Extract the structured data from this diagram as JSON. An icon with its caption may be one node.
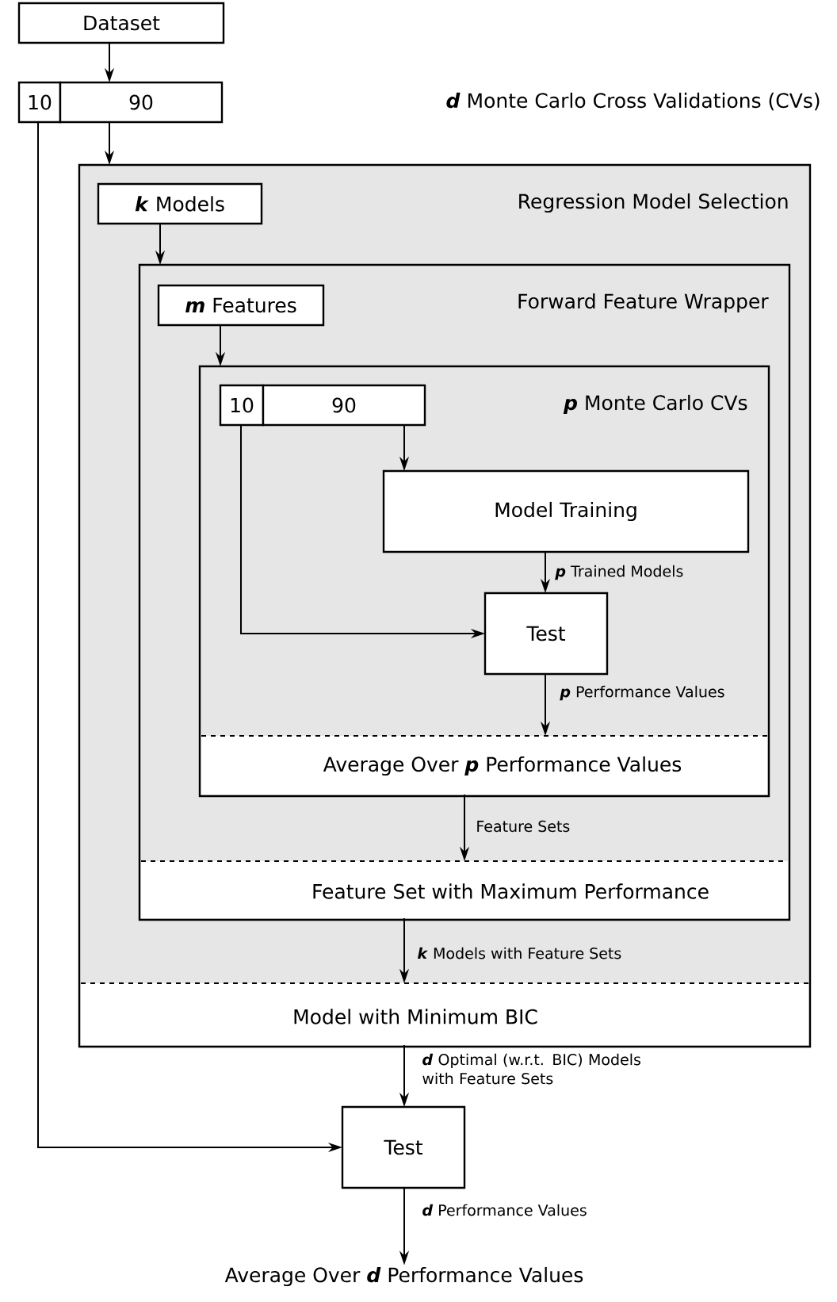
{
  "diagram": {
    "nodes": [
      {
        "text": [
          "Dataset"
        ]
      },
      {
        "text": [
          "10"
        ]
      },
      {
        "text": [
          "90"
        ]
      },
      {
        "text": [
          "Regression Model Selection"
        ]
      },
      {
        "text": [
          "**k** Models"
        ],
        "in": 3
      },
      {
        "text": [
          "Forward Feature Wrapper"
        ],
        "in": 3
      },
      {
        "text": [
          "**m** Features"
        ],
        "in": 5
      },
      {
        "text": [
          "**p** Monte Carlo CVs"
        ],
        "in": 5
      },
      {
        "text": [
          "10"
        ],
        "in": 7
      },
      {
        "text": [
          "90"
        ],
        "in": 7
      },
      {
        "text": [
          "Model Training"
        ],
        "in": 7
      },
      {
        "text": [
          "Test"
        ],
        "in": 7
      },
      {
        "text": [
          "Average Over **p** Performance Values"
        ],
        "in": 7
      },
      {
        "text": [
          "Feature Set with Maximum Performance"
        ],
        "in": 5
      },
      {
        "text": [
          "Model with Minimum BIC"
        ],
        "in": 3
      },
      {
        "text": [
          "Test"
        ]
      },
      {
        "text": [
          "Average Over **d** Performance Values"
        ]
      }
    ],
    "edges": [
      {
        "from": 0,
        "to": 2,
        "arrow": "to"
      },
      {
        "from": 2,
        "to": 3,
        "arrow": "to"
      },
      {
        "from": 4,
        "to": 5,
        "arrow": "to"
      },
      {
        "from": 6,
        "to": 7,
        "arrow": "to"
      },
      {
        "from": 9,
        "to": 10,
        "arrow": "to"
      },
      {
        "from": 10,
        "to": 11,
        "arrow": "to",
        "label": "**p** Trained Models"
      },
      {
        "from": 8,
        "to": 11,
        "arrow": "to"
      },
      {
        "from": 11,
        "to": 12,
        "arrow": "to",
        "label": "**p** Performance Values"
      },
      {
        "from": 12,
        "to": 13,
        "arrow": "to",
        "label": "Feature Sets"
      },
      {
        "from": 13,
        "to": 14,
        "arrow": "to",
        "label": "**k** Models with Feature Sets"
      },
      {
        "from": 14,
        "to": 15,
        "arrow": "to",
        "label": "**d** Optimal (w.r.t. BIC) Models with Feature Sets"
      },
      {
        "from": 1,
        "to": 15,
        "arrow": "to"
      },
      {
        "from": 15,
        "to": 16,
        "arrow": "to",
        "label": "**d** Performance Values"
      }
    ],
    "labels": [
      "**d** Monte Carlo Cross Validations (CVs)"
    ]
  }
}
